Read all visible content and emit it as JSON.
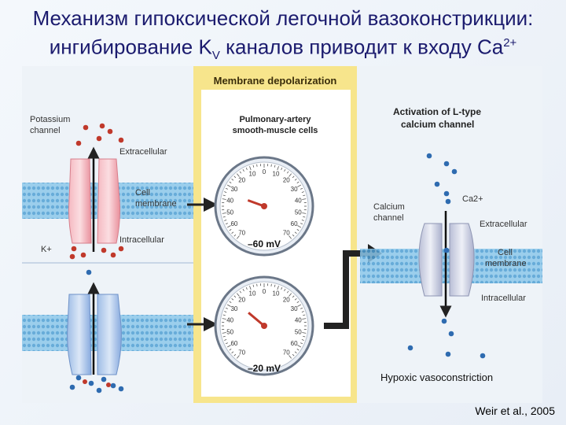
{
  "slide": {
    "title_line1": "Механизм гипоксической легочной вазоконстрикции:",
    "title_line2_pre": "ингибирование K",
    "title_line2_sub": "V",
    "title_line2_mid": " каналов приводит к входу Ca",
    "title_line2_sup": "2+",
    "credit": "Weir et al., 2005"
  },
  "figure": {
    "left_panel": {
      "potassium_channel_label_1": "Potassium",
      "potassium_channel_label_2": "channel",
      "extracellular": "Extracellular",
      "cell_membrane_1": "Cell",
      "cell_membrane_2": "membrane",
      "intracellular": "Intracellular",
      "ion_label": "K+"
    },
    "middle_panel": {
      "header": "Membrane depolarization",
      "subtitle_1": "Pulmonary-artery",
      "subtitle_2": "smooth-muscle cells",
      "gauge_ticks": [
        "0",
        "10",
        "10",
        "20",
        "20",
        "30",
        "30",
        "40",
        "40",
        "50",
        "50",
        "60",
        "60",
        "70",
        "70"
      ],
      "gauge_top_reading": "–60 mV",
      "gauge_bottom_reading": "–20 mV"
    },
    "right_panel": {
      "header_1": "Activation of L-type",
      "header_2": "calcium channel",
      "ion_label": "Ca2+",
      "calcium_channel_1": "Calcium",
      "calcium_channel_2": "channel",
      "extracellular": "Extracellular",
      "cell_membrane_1": "Cell",
      "cell_membrane_2": "membrane",
      "intracellular": "Intracellular",
      "outcome": "Hypoxic vasoconstriction"
    },
    "colors": {
      "potassium_channel": "#f2a6b0",
      "closed_channel": "#a9c4ea",
      "calcium_channel": "#c9cde0",
      "membrane": "#5aa6d6",
      "k_ion": "#c0392b",
      "ca_ion": "#2e6bb0",
      "middle_band": "#f7e58c",
      "pointer": "#c0392b"
    }
  }
}
